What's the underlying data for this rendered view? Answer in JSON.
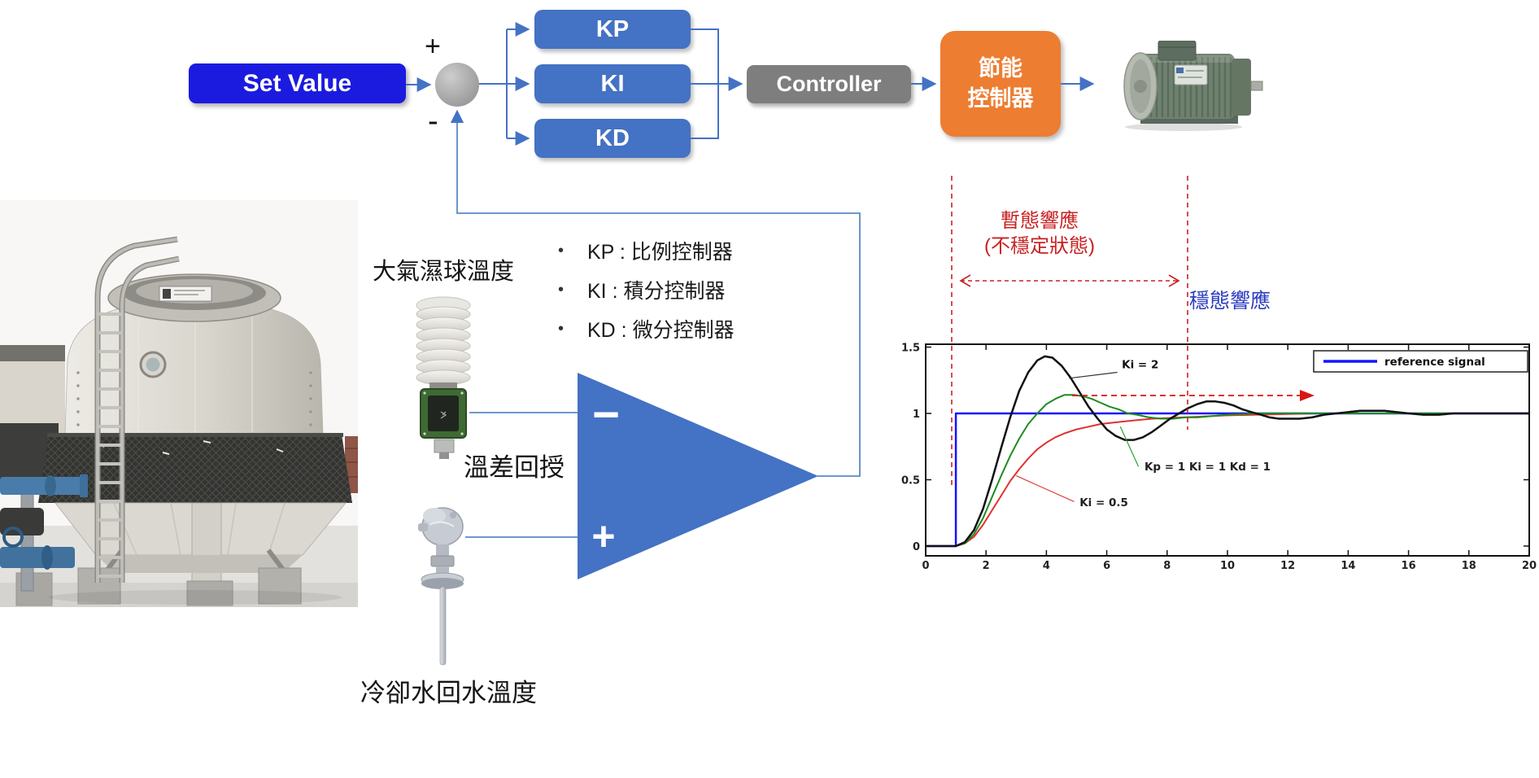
{
  "diagram": {
    "set_value": "Set Value",
    "plus": "+",
    "minus": "-",
    "kp": "KP",
    "ki": "KI",
    "kd": "KD",
    "controller": "Controller",
    "energy_line1": "節能",
    "energy_line2": "控制器",
    "comparator_minus": "−",
    "comparator_plus": "+",
    "bullet_glyph": "•"
  },
  "labels": {
    "wet_bulb": "大氣濕球溫度",
    "temp_diff_feedback": "溫差回授",
    "cooling_return": "冷卻水回水溫度"
  },
  "bullets": [
    "KP : 比例控制器",
    "KI : 積分控制器",
    "KD : 微分控制器"
  ],
  "chart_annotations": {
    "transient_line1": "暫態響應",
    "transient_line2": "(不穩定狀態)",
    "steady": "穩態響應"
  },
  "colors": {
    "pid_blue": "#4472c4",
    "set_value_blue": "#1b1be0",
    "controller_gray": "#7e7e7e",
    "energy_orange": "#ED7D31",
    "annotation_red": "#c82222",
    "annotation_blue": "#2b3bbf"
  },
  "chart_data": {
    "type": "line",
    "title": "",
    "xlabel": "",
    "ylabel": "",
    "xlim": [
      0,
      20
    ],
    "ylim": [
      -0.07,
      1.52
    ],
    "xticks": [
      0,
      2,
      4,
      6,
      8,
      10,
      12,
      14,
      16,
      18,
      20
    ],
    "yticks": [
      0,
      0.5,
      1,
      1.5
    ],
    "grid": false,
    "legend": {
      "position": "top-right",
      "entries": [
        {
          "label": "reference signal",
          "color": "#1414ff"
        }
      ]
    },
    "series": [
      {
        "name": "reference signal",
        "color": "#1414ff",
        "width": 2.5,
        "points": [
          [
            0,
            0
          ],
          [
            1,
            0
          ],
          [
            1,
            1
          ],
          [
            20,
            1
          ]
        ]
      },
      {
        "name": "Ki = 0.5",
        "color": "#e03030",
        "width": 2,
        "points": [
          [
            0,
            0
          ],
          [
            1,
            0
          ],
          [
            1.3,
            0.02
          ],
          [
            1.6,
            0.07
          ],
          [
            1.9,
            0.16
          ],
          [
            2.2,
            0.27
          ],
          [
            2.5,
            0.38
          ],
          [
            2.8,
            0.49
          ],
          [
            3.1,
            0.58
          ],
          [
            3.4,
            0.66
          ],
          [
            3.7,
            0.73
          ],
          [
            4,
            0.78
          ],
          [
            4.3,
            0.82
          ],
          [
            4.6,
            0.85
          ],
          [
            5,
            0.88
          ],
          [
            5.4,
            0.9
          ],
          [
            5.8,
            0.92
          ],
          [
            6.2,
            0.93
          ],
          [
            6.6,
            0.94
          ],
          [
            7,
            0.95
          ],
          [
            7.5,
            0.96
          ],
          [
            8,
            0.965
          ],
          [
            8.5,
            0.97
          ],
          [
            9,
            0.975
          ],
          [
            9.5,
            0.98
          ],
          [
            10,
            0.985
          ],
          [
            11,
            0.99
          ],
          [
            12,
            0.995
          ],
          [
            13,
            1
          ],
          [
            20,
            1
          ]
        ]
      },
      {
        "name": "Kp = 1  Ki = 1  Kd = 1",
        "color": "#1e8c1e",
        "width": 2,
        "points": [
          [
            0,
            0
          ],
          [
            1,
            0
          ],
          [
            1.3,
            0.02
          ],
          [
            1.6,
            0.09
          ],
          [
            1.9,
            0.21
          ],
          [
            2.2,
            0.37
          ],
          [
            2.5,
            0.53
          ],
          [
            2.8,
            0.68
          ],
          [
            3.1,
            0.81
          ],
          [
            3.4,
            0.92
          ],
          [
            3.7,
            1
          ],
          [
            4,
            1.07
          ],
          [
            4.3,
            1.11
          ],
          [
            4.6,
            1.14
          ],
          [
            4.9,
            1.14
          ],
          [
            5.2,
            1.13
          ],
          [
            5.5,
            1.11
          ],
          [
            5.8,
            1.08
          ],
          [
            6.1,
            1.05
          ],
          [
            6.4,
            1.03
          ],
          [
            6.7,
            1
          ],
          [
            7,
            0.99
          ],
          [
            7.4,
            0.97
          ],
          [
            7.8,
            0.96
          ],
          [
            8.2,
            0.96
          ],
          [
            8.6,
            0.97
          ],
          [
            9,
            0.97
          ],
          [
            9.5,
            0.98
          ],
          [
            10,
            0.99
          ],
          [
            11,
            1
          ],
          [
            12,
            1
          ],
          [
            20,
            1
          ]
        ]
      },
      {
        "name": "Ki = 2",
        "color": "#111111",
        "width": 2.5,
        "points": [
          [
            0,
            0
          ],
          [
            1,
            0
          ],
          [
            1.3,
            0.03
          ],
          [
            1.6,
            0.12
          ],
          [
            1.9,
            0.28
          ],
          [
            2.2,
            0.5
          ],
          [
            2.5,
            0.74
          ],
          [
            2.8,
            0.97
          ],
          [
            3.1,
            1.17
          ],
          [
            3.4,
            1.31
          ],
          [
            3.7,
            1.4
          ],
          [
            3.95,
            1.43
          ],
          [
            4.2,
            1.42
          ],
          [
            4.5,
            1.36
          ],
          [
            4.8,
            1.27
          ],
          [
            5.1,
            1.16
          ],
          [
            5.4,
            1.05
          ],
          [
            5.7,
            0.96
          ],
          [
            6,
            0.88
          ],
          [
            6.3,
            0.83
          ],
          [
            6.6,
            0.8
          ],
          [
            6.9,
            0.8
          ],
          [
            7.2,
            0.82
          ],
          [
            7.5,
            0.86
          ],
          [
            7.8,
            0.91
          ],
          [
            8.1,
            0.96
          ],
          [
            8.4,
            1
          ],
          [
            8.7,
            1.04
          ],
          [
            9,
            1.07
          ],
          [
            9.3,
            1.09
          ],
          [
            9.6,
            1.09
          ],
          [
            9.9,
            1.08
          ],
          [
            10.2,
            1.06
          ],
          [
            10.5,
            1.03
          ],
          [
            10.8,
            1.01
          ],
          [
            11.1,
            0.99
          ],
          [
            11.4,
            0.97
          ],
          [
            11.7,
            0.96
          ],
          [
            12,
            0.96
          ],
          [
            12.4,
            0.96
          ],
          [
            12.8,
            0.97
          ],
          [
            13.2,
            0.99
          ],
          [
            13.6,
            1
          ],
          [
            14,
            1.01
          ],
          [
            14.4,
            1.02
          ],
          [
            14.8,
            1.02
          ],
          [
            15.2,
            1.02
          ],
          [
            15.6,
            1.01
          ],
          [
            16,
            1
          ],
          [
            16.5,
            0.99
          ],
          [
            17,
            0.99
          ],
          [
            17.5,
            1
          ],
          [
            18,
            1
          ],
          [
            19,
            1
          ],
          [
            20,
            1
          ]
        ]
      }
    ],
    "annotations": [
      {
        "text": "Ki = 2",
        "color": "#111111",
        "x": 6.5,
        "y": 1.34,
        "leader": [
          [
            6.35,
            1.31
          ],
          [
            4.75,
            1.265
          ]
        ],
        "leader_color": "#333333"
      },
      {
        "text": "Kp = 1  Ki = 1  Kd = 1",
        "color": "#222222",
        "x": 7.25,
        "y": 0.57,
        "leader": [
          [
            7.05,
            0.6
          ],
          [
            6.45,
            0.9
          ]
        ],
        "leader_color": "#2e9e2e"
      },
      {
        "text": "Ki = 0.5",
        "color": "#222222",
        "x": 5.1,
        "y": 0.3,
        "leader": [
          [
            4.92,
            0.335
          ],
          [
            3.0,
            0.53
          ]
        ],
        "leader_color": "#e04040"
      }
    ]
  }
}
